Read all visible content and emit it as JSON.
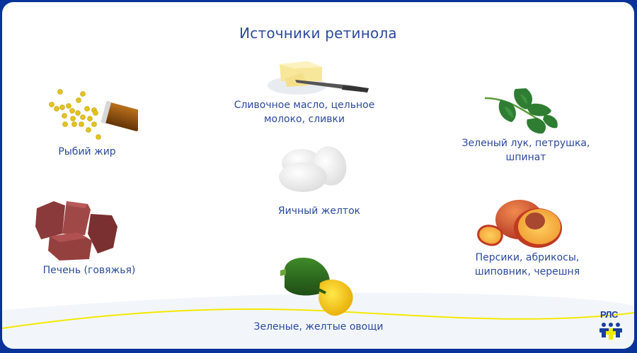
{
  "title": "Источники ретинола",
  "items": [
    {
      "id": "fish-oil",
      "label": "Рыбий жир",
      "icon": "fish-oil-capsules-icon"
    },
    {
      "id": "butter",
      "label": "Сливочное масло, цельное\nмолоко, сливки",
      "icon": "butter-icon"
    },
    {
      "id": "greens",
      "label": "Зеленый лук, петрушка,\nшпинат",
      "icon": "parsley-icon"
    },
    {
      "id": "liver",
      "label": "Печень (говяжья)",
      "icon": "liver-icon"
    },
    {
      "id": "egg",
      "label": "Яичный желток",
      "icon": "eggs-icon"
    },
    {
      "id": "peach",
      "label": "Персики, абрикосы,\nшиповник, черешня",
      "icon": "peach-icon"
    },
    {
      "id": "peppers",
      "label": "Зеленые, желтые овощи",
      "icon": "bell-peppers-icon"
    }
  ],
  "logo": {
    "text": "РЛС"
  },
  "colors": {
    "frame": "#0a3399",
    "text": "#2c4a9c",
    "wave_line": "#f5e800",
    "wave_fill": "#f2f6fb"
  }
}
